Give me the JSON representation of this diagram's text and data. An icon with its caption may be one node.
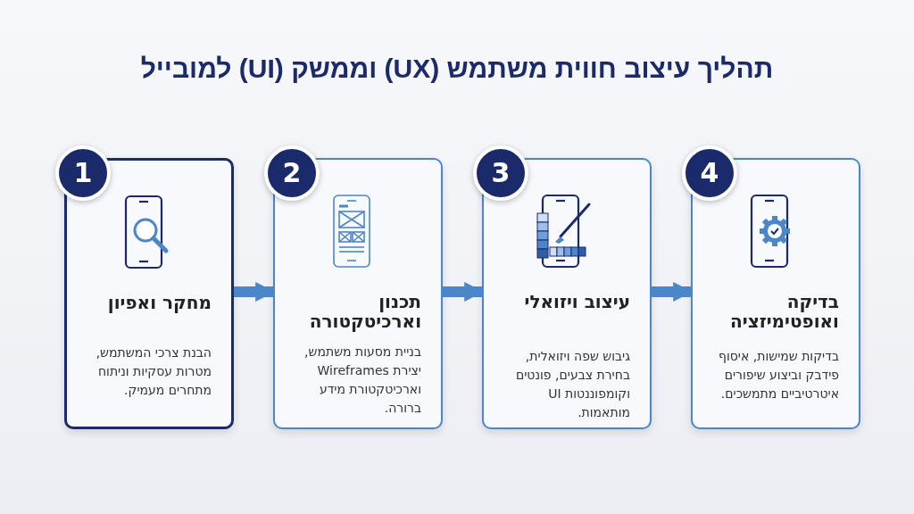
{
  "diagram": {
    "title": "תהליך עיצוב חווית משתמש (UX) וממשק (UI) למובייל",
    "nodes": [
      {
        "text": [
          "1"
        ]
      },
      {
        "text": [
          "מחקר ואפיון",
          "הבנת צרכי המשתמש, מטרות עסקיות וניתוח מתחרים מעמיק."
        ]
      },
      {
        "text": [
          "2"
        ]
      },
      {
        "text": [
          "תכנון וארכיטקטורה",
          "בניית מסעות משתמש, יצירת Wireframes וארכיטקטורת מידע ברורה."
        ]
      },
      {
        "text": [
          "3"
        ]
      },
      {
        "text": [
          "עיצוב ויזואלי",
          "גיבוש שפה ויזואלית, בחירת צבעים, פונטים וקומפוננטות UI מותאמות."
        ]
      },
      {
        "text": [
          "4"
        ]
      },
      {
        "text": [
          "בדיקה ואופטימיזציה",
          "בדיקות שמישות, איסוף פידבק וביצוע שיפורים איטרטיביים מתמשכים."
        ]
      }
    ],
    "edges": [
      {
        "from": 1,
        "to": 3,
        "arrow": "to"
      },
      {
        "from": 3,
        "to": 5,
        "arrow": "to"
      },
      {
        "from": 5,
        "to": 7,
        "arrow": "to"
      }
    ]
  }
}
